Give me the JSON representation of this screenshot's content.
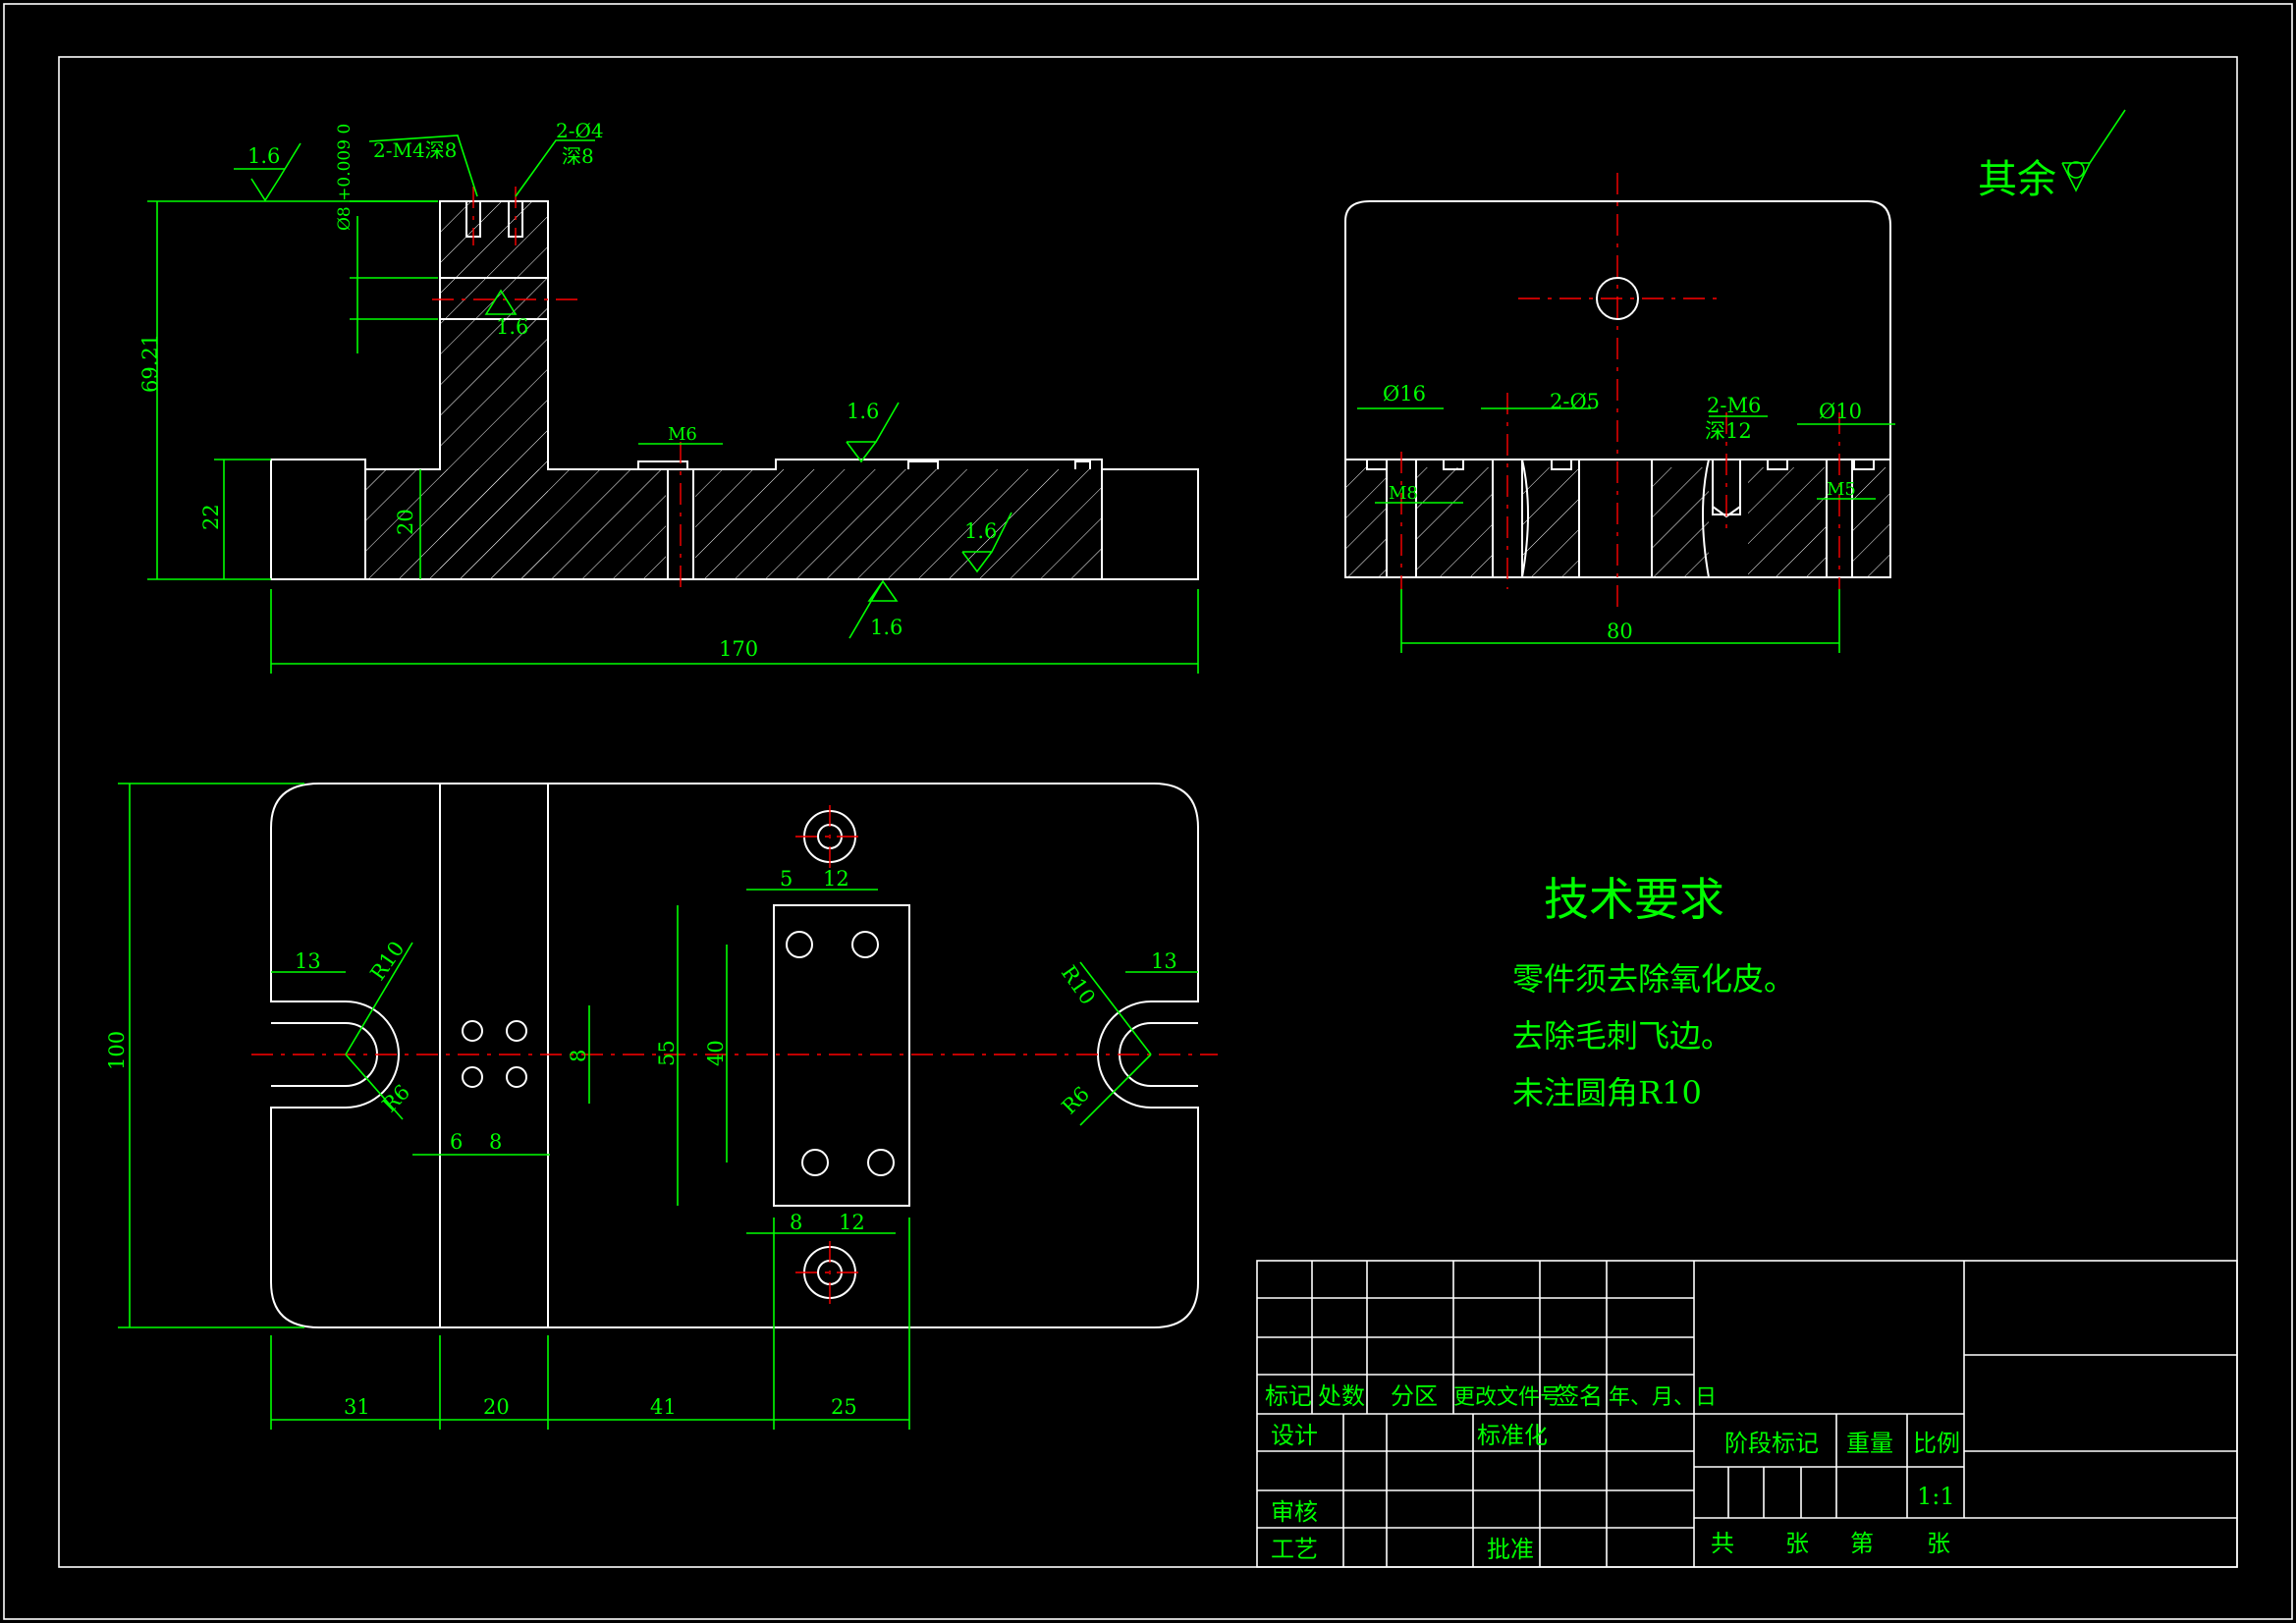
{
  "roughness": {
    "top_left": "1.6",
    "mid_slot": "1.6",
    "top_center": "1.6",
    "base_right": "1.6",
    "bottom": "1.6",
    "others_label": "其余"
  },
  "front_view": {
    "thread_note": "2-M4深8",
    "hole_note_1": "2-Ø4",
    "hole_note_2": "深8",
    "tol_note": "Ø8 +0.009 0",
    "height_total": "69.21",
    "height_base": "22",
    "height_20": "20",
    "m6_label": "M6",
    "length": "170"
  },
  "side_view": {
    "d16": "Ø16",
    "d5": "2-Ø5",
    "m6_note_1": "2-M6",
    "m6_note_2": "深12",
    "d10": "Ø10",
    "m8": "M8",
    "m5": "M5",
    "width": "80"
  },
  "plan_view": {
    "height": "100",
    "slot_left_13": "13",
    "slot_right_13": "13",
    "r10_left": "R10",
    "r10_right": "R10",
    "r6_left": "R6",
    "r6_right": "R6",
    "pitch_8_vertical": "8",
    "pitch_6": "6",
    "pitch_8_horizontal": "8",
    "d55": "55",
    "d40": "40",
    "d5": "5",
    "d12_top": "12",
    "d8_bottom": "8",
    "d12_bottom": "12",
    "w31": "31",
    "w20": "20",
    "w41": "41",
    "w25": "25"
  },
  "tech_requirements": {
    "title": "技术要求",
    "items": [
      "零件须去除氧化皮。",
      "去除毛刺飞边。",
      "未注圆角R10"
    ]
  },
  "title_block": {
    "mark": "标记",
    "count": "处数",
    "zone": "分区",
    "change_doc": "更改文件号",
    "signature": "签名",
    "date": "年、月、日",
    "design": "设计",
    "standardize": "标准化",
    "review": "审核",
    "process": "工艺",
    "approve": "批准",
    "stage_mark": "阶段标记",
    "weight": "重量",
    "scale": "比例",
    "scale_value": "1:1",
    "total": "共",
    "sheet_unit": "张",
    "sheet_no": "第",
    "sheet_unit_2": "张"
  }
}
